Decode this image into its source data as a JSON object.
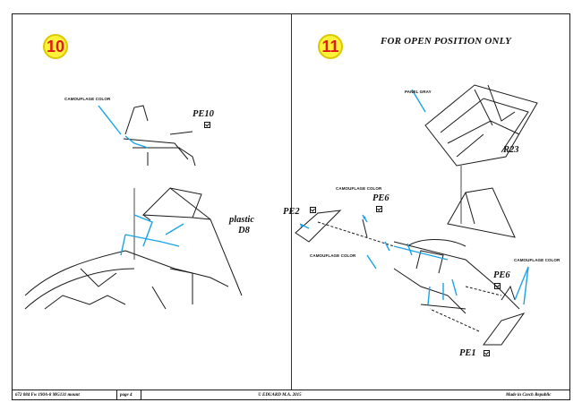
{
  "steps": {
    "left": "10",
    "right": "11"
  },
  "header": {
    "open_only": "FOR OPEN POSITION ONLY"
  },
  "left": {
    "camo_label": "CAMOUFLAGE COLOR",
    "pe10": "PE10",
    "plastic_1": "plastic",
    "plastic_2": "D8"
  },
  "right": {
    "panel_label": "PANEL GRAY",
    "r23": "R23",
    "camo_label_1": "CAMOUFLAGE COLOR",
    "camo_label_2": "CAMOUFLAGE COLOR",
    "camo_label_3": "CAMOUFLAGE COLOR",
    "pe2": "PE2",
    "pe6_top": "PE6",
    "pe6_right": "PE6",
    "pe1": "PE1"
  },
  "footer": {
    "catalog": "672 084  Fw 190A-8 MG131 mount",
    "page": "page 4",
    "copyright": "© EDUARD  M.A. 2015",
    "made_in": "Made in Czech Republic"
  },
  "colors": {
    "accent_blue": "#1aa3e6",
    "step_yellow": "#fff23a",
    "step_red": "#e01818"
  }
}
